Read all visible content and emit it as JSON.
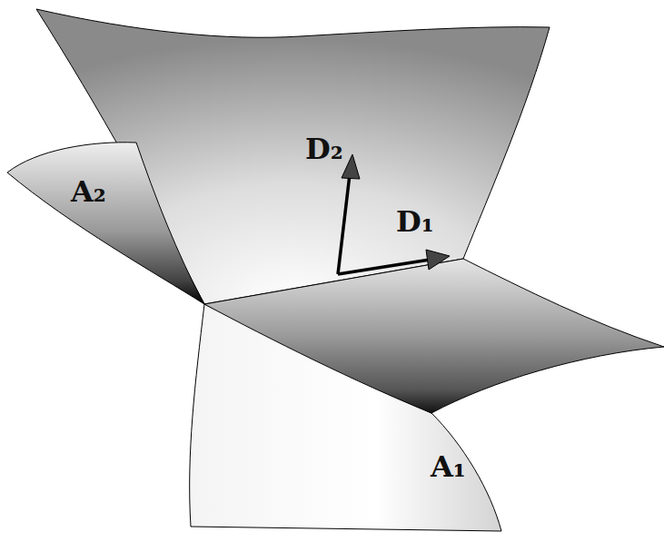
{
  "diagram": {
    "labels": [
      "A₂",
      "D₂",
      "D₁",
      "A₁"
    ]
  }
}
